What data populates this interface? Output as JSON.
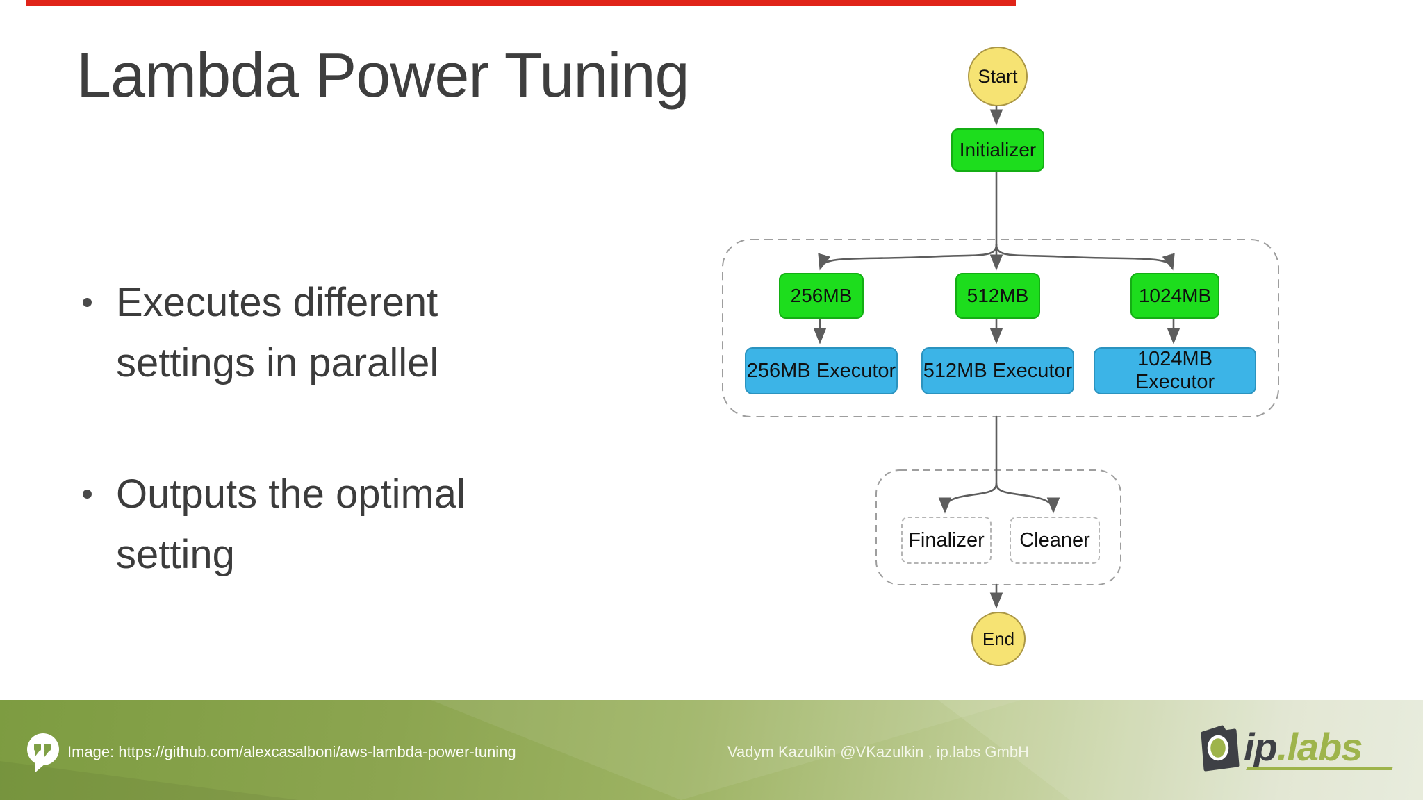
{
  "slide": {
    "title": "Lambda Power Tuning",
    "bullets": [
      "Executes different settings in parallel",
      "Outputs the optimal setting"
    ]
  },
  "diagram": {
    "start": "Start",
    "initializer": "Initializer",
    "branches": [
      "256MB",
      "512MB",
      "1024MB"
    ],
    "executors": [
      "256MB Executor",
      "512MB Executor",
      "1024MB Executor"
    ],
    "finalizer": "Finalizer",
    "cleaner": "Cleaner",
    "end": "End"
  },
  "footer": {
    "image_credit": "Image: https://github.com/alexcasalboni/aws-lambda-power-tuning",
    "author": "Vadym Kazulkin @VKazulkin , ip.labs GmbH",
    "logo": {
      "ip": "ip",
      "dot": ".",
      "labs": "labs"
    }
  },
  "colors": {
    "state_green": "#1ddd1d",
    "executor_blue": "#3cb4e7",
    "terminal_yellow": "#f6e373",
    "footer_olive": "#8ca550",
    "logo_green": "#9eb44b",
    "top_bar_red": "#e02419"
  }
}
